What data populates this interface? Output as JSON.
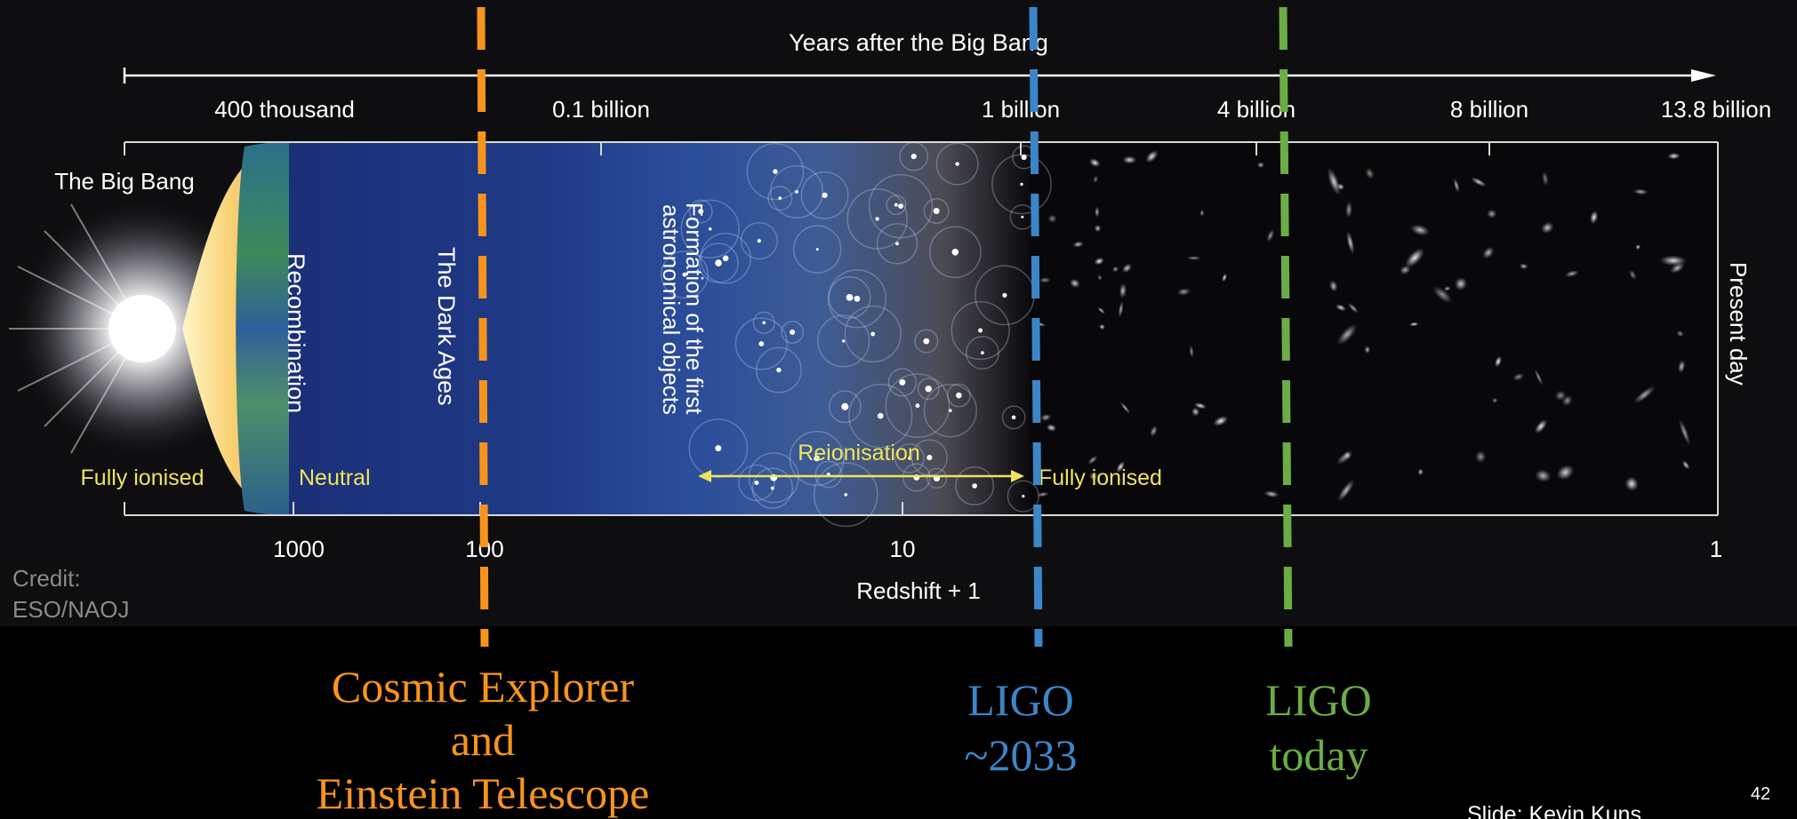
{
  "figure": {
    "axis_top_title": "Years after the Big Bang",
    "time_ticks": [
      "400 thousand",
      "0.1 billion",
      "1 billion",
      "4 billion",
      "8 billion",
      "13.8 billion"
    ],
    "redshift_ticks": [
      "1000",
      "100",
      "10",
      "1"
    ],
    "redshift_label": "Redshift + 1",
    "big_bang_label": "The Big Bang",
    "recombination_label": "Recombination",
    "dark_ages_label": "The Dark Ages",
    "first_objects_label_line1": "Formation of the first",
    "first_objects_label_line2": "astronomical objects",
    "reionisation_label": "Reionisation",
    "fully_ionised_left": "Fully ionised",
    "neutral_label": "Neutral",
    "fully_ionised_right": "Fully ionised",
    "present_day_label": "Present day",
    "credit_line1": "Credit:",
    "credit_line2": "ESO/NAOJ"
  },
  "detectors": [
    {
      "name_line1": "Cosmic Explorer",
      "name_line2": "and",
      "name_line3": "Einstein Telescope",
      "color": "#f7941d"
    },
    {
      "name_line1": "LIGO",
      "name_line2": "~2033",
      "color": "#3b86c8"
    },
    {
      "name_line1": "LIGO",
      "name_line2": "today",
      "color": "#6cac45"
    }
  ],
  "footer": {
    "slide_credit": "Slide: Kevin Kuns",
    "page_number": "42"
  }
}
